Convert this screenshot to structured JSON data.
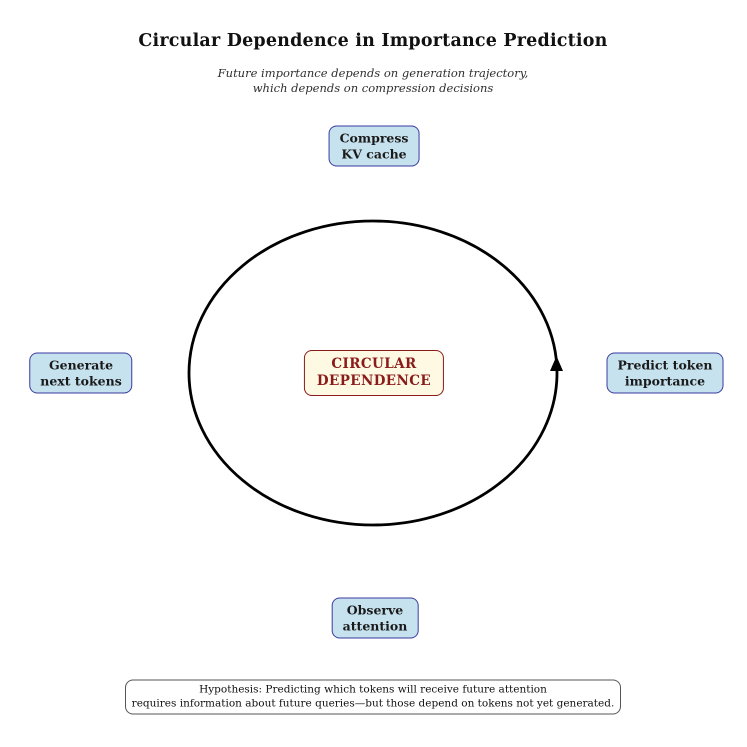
{
  "title": "Circular Dependence in Importance Prediction",
  "subtitle": {
    "line1": "Future importance depends on generation trajectory,",
    "line2": "which depends on compression decisions"
  },
  "cycle": {
    "top": {
      "line1": "Compress",
      "line2": "KV cache"
    },
    "left": {
      "line1": "Generate",
      "line2": "next tokens"
    },
    "right": {
      "line1": "Predict token",
      "line2": "importance"
    },
    "bottom": {
      "line1": "Observe",
      "line2": "attention"
    }
  },
  "center": {
    "line1": "CIRCULAR",
    "line2": "DEPENDENCE"
  },
  "hypothesis": {
    "line1": "Hypothesis: Predicting which tokens will receive future attention",
    "line2": "requires information about future queries—but those depend on tokens not yet generated."
  },
  "colors": {
    "node_fill": "#c6e2ef",
    "node_border": "#3a3aa0",
    "center_fill": "#fdf9e3",
    "center_border": "#8b1a1a",
    "center_text": "#8b1a1a",
    "circle_stroke": "#000000",
    "hypothesis_border": "#555555",
    "text": "#1a1a1a"
  }
}
